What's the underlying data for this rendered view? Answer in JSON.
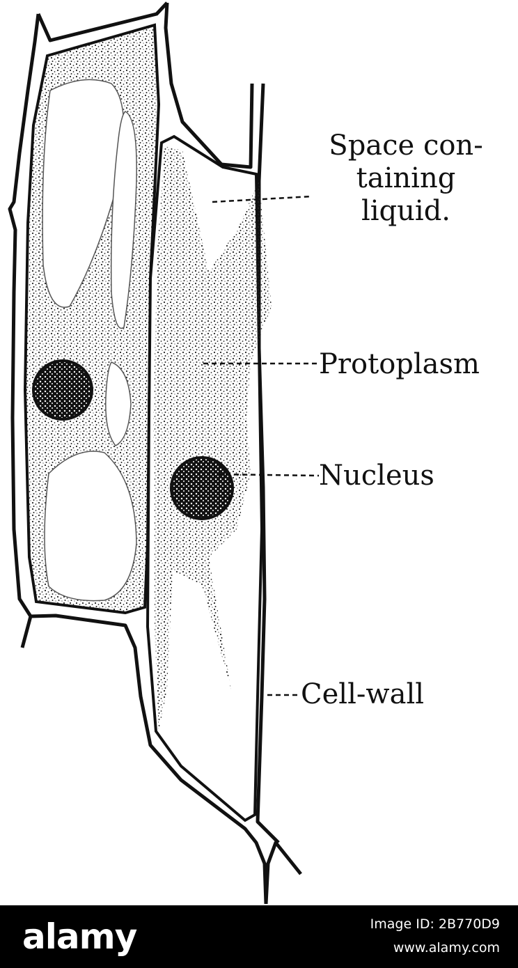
{
  "labels": {
    "space_line1": "Space con-",
    "space_line2": "taining",
    "space_line3": "liquid.",
    "protoplasm": "Protoplasm",
    "nucleus": "Nucleus",
    "cell_wall": "Cell-wall"
  },
  "footer": {
    "logo": "alamy",
    "image_id": "Image ID: 2B770D9",
    "site": "www.alamy.com"
  },
  "colors": {
    "ink": "#111111",
    "background": "#ffffff",
    "footer": "#000000"
  }
}
